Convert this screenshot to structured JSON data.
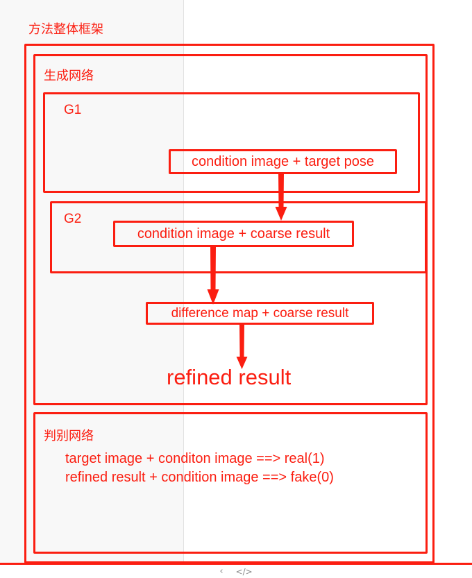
{
  "diagram": {
    "title": "方法整体框架",
    "accent_color": "#fb1e11",
    "background_color": "#ffffff",
    "gutter_color": "#f8f8f8",
    "generator": {
      "caption": "生成网络",
      "g1_label": "G1",
      "g2_label": "G2",
      "nodes": [
        {
          "id": "cond-pose",
          "text": "condition image + target pose",
          "boxed": true
        },
        {
          "id": "cond-coarse",
          "text": "condition image + coarse result",
          "boxed": true
        },
        {
          "id": "diff-coarse",
          "text": "difference map + coarse result",
          "boxed": true
        },
        {
          "id": "refined",
          "text": "refined result",
          "boxed": false
        }
      ]
    },
    "discriminator": {
      "caption": "判别网络",
      "lines": [
        "target image + conditon image ==> real(1)",
        "refined result + condition image ==> fake(0)"
      ]
    },
    "flow": [
      {
        "from": "cond-pose",
        "to": "cond-coarse"
      },
      {
        "from": "cond-coarse",
        "to": "diff-coarse"
      },
      {
        "from": "diff-coarse",
        "to": "refined"
      }
    ]
  },
  "toolbar": {
    "back_icon": "‹",
    "code_icon": "</>"
  }
}
